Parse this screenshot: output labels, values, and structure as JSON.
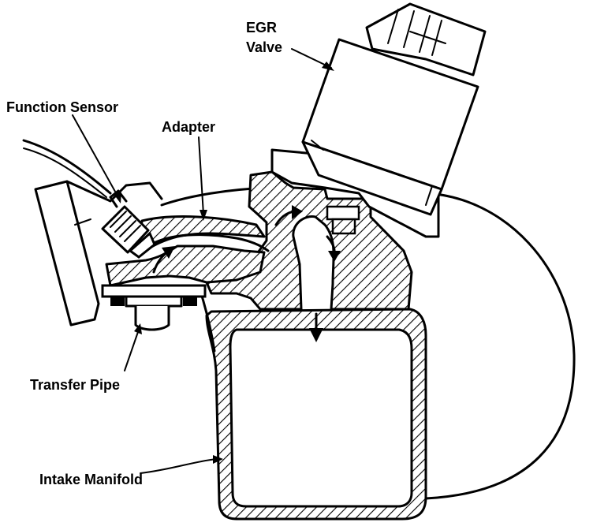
{
  "labels": {
    "egr_valve_line1": "EGR",
    "egr_valve_line2": "Valve",
    "function_sensor": "Function Sensor",
    "adapter": "Adapter",
    "transfer_pipe": "Transfer Pipe",
    "intake_manifold": "Intake Manifold"
  },
  "colors": {
    "ink": "#000000",
    "paper": "#ffffff"
  }
}
